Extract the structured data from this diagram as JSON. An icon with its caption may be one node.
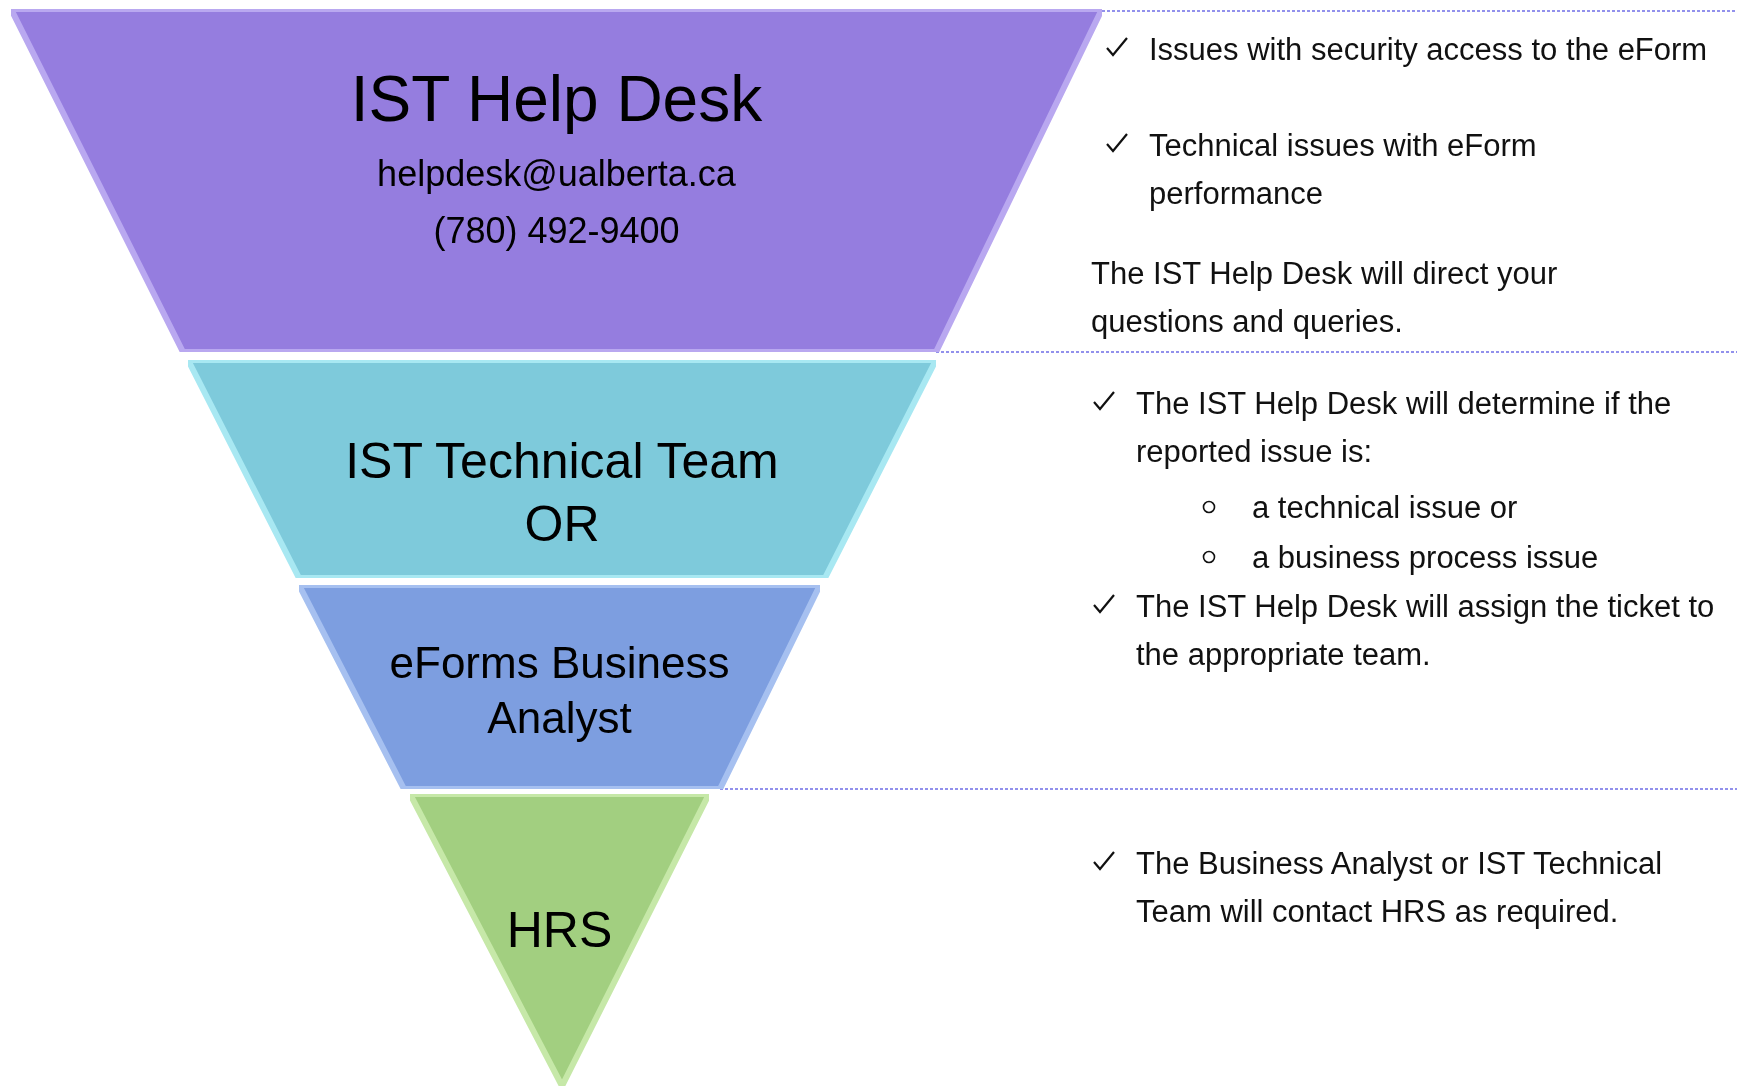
{
  "diagram": {
    "nodes": [
      {
        "text": [
          "IST Help Desk",
          "helpdesk@ualberta.ca",
          "(780) 492-9400"
        ]
      },
      {
        "text": [
          "IST Technical Team OR"
        ]
      },
      {
        "text": [
          "eForms Business Analyst"
        ]
      },
      {
        "text": [
          "HRS"
        ]
      }
    ],
    "labels": [
      "Issues with security access to the eForm",
      "Technical issues with eForm performance",
      "The IST Help Desk will direct your questions and queries.",
      "The IST Help Desk will determine if the reported issue is:",
      "a technical issue or",
      "a business process issue",
      "The IST Help Desk will assign the ticket to the appropriate team.",
      "The Business Analyst or IST Technical Team will contact HRS as required."
    ]
  }
}
